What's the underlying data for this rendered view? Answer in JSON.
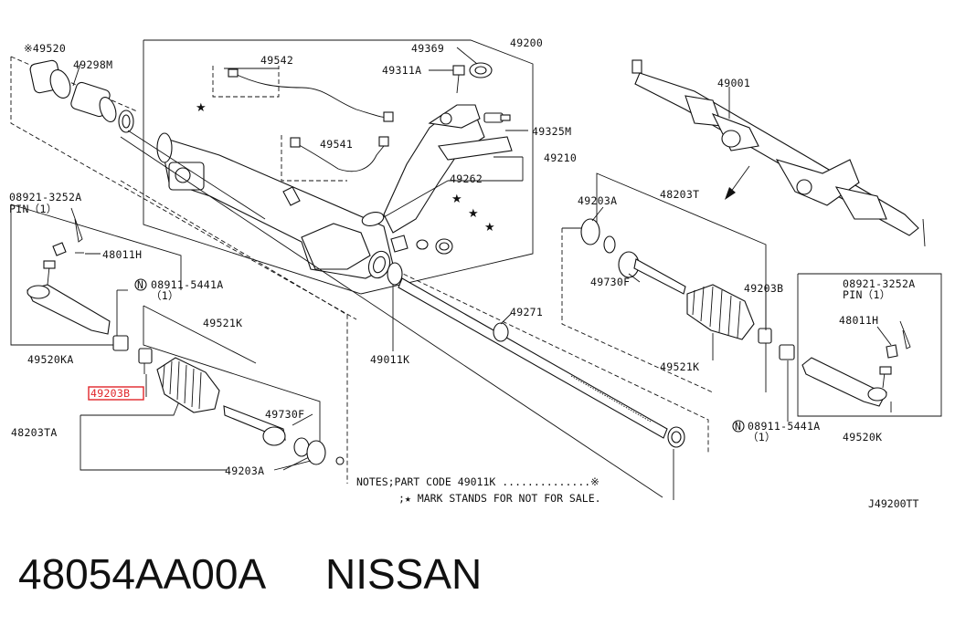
{
  "callouts": {
    "p49520": "※49520",
    "p49298M": "49298M",
    "p49542": "49542",
    "p49369": "49369",
    "p49200": "49200",
    "p49311A": "49311A",
    "p49325M": "49325M",
    "p49541": "49541",
    "p49210": "49210",
    "p49262": "49262",
    "p08921_left": "08921-3252A",
    "pin_left": "PIN（1）",
    "p48011H_left": "48011H",
    "p08911_left": "08911-5441A",
    "qty_08911_left": "（1）",
    "p49521K_left": "49521K",
    "p49520KA": "49520KA",
    "p49011K": "49011K",
    "p49271": "49271",
    "p49203B_left": "49203B",
    "p49730F_left": "49730F",
    "p48203TA": "48203TA",
    "p49203A_bottom": "49203A",
    "p49001": "49001",
    "p49203A_right": "49203A",
    "p48203T": "48203T",
    "p49730F_right": "49730F",
    "p49203B_right": "49203B",
    "p49521K_right": "49521K",
    "p08921_right": "08921-3252A",
    "pin_right": "PIN（1）",
    "p48011H_right": "48011H",
    "p08911_right": "08911-5441A",
    "qty_08911_right": "（1）",
    "p49520K": "49520K"
  },
  "notes": {
    "line1": "NOTES;PART CODE 49011K ..............※",
    "line2": ";★ MARK STANDS FOR NOT FOR SALE."
  },
  "diagram_code": "J49200TT",
  "star_symbol": "★",
  "caption": {
    "part_number": "48054AA00A",
    "brand": "NISSAN"
  },
  "highlight_color": "#e0262a"
}
